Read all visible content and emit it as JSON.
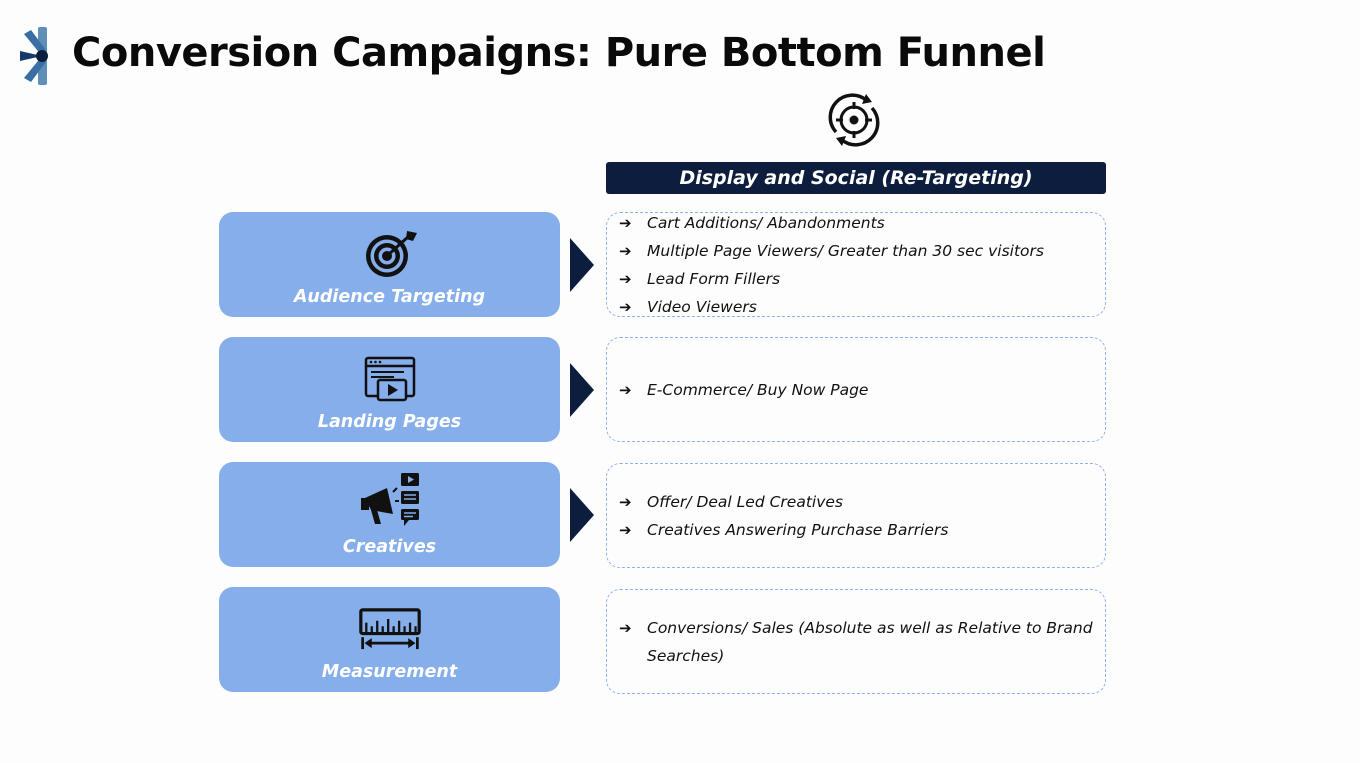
{
  "title": "Conversion Campaigns: Pure Bottom Funnel",
  "header": {
    "label": "Display and Social (Re-Targeting)",
    "icon": "target-refresh-icon"
  },
  "bullet_glyph": "➔",
  "colors": {
    "navy": "#0c1d3d",
    "card": "#86aeea",
    "dashed_border": "#8fb2e8"
  },
  "rows": [
    {
      "label": "Audience Targeting",
      "icon": "bullseye-icon",
      "items": [
        "Cart Additions/ Abandonments",
        "Multiple Page Viewers/ Greater than 30 sec visitors",
        "Lead Form Fillers",
        "Video Viewers"
      ]
    },
    {
      "label": "Landing Pages",
      "icon": "landing-page-icon",
      "items": [
        "E-Commerce/ Buy Now Page"
      ]
    },
    {
      "label": "Creatives",
      "icon": "megaphone-content-icon",
      "items": [
        "Offer/ Deal Led Creatives",
        "Creatives Answering Purchase Barriers"
      ]
    },
    {
      "label": "Measurement",
      "icon": "ruler-measure-icon",
      "items": [
        "Conversions/ Sales (Absolute as well as Relative to Brand Searches)"
      ]
    }
  ]
}
